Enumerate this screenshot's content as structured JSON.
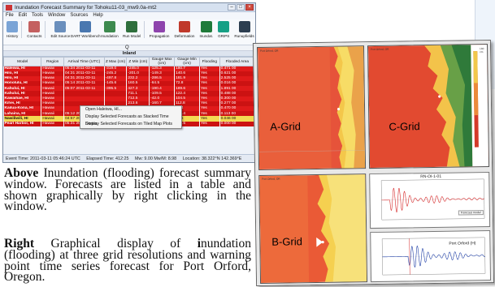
{
  "window": {
    "title": "Inundation Forecast Summary for Tohoku11-03_mw9.0a-mt2",
    "controls": {
      "minimize": "–",
      "maximize": "□",
      "close": "×"
    },
    "menu": [
      "File",
      "Edit",
      "Tools",
      "Window",
      "Sources",
      "Help"
    ],
    "toolbar": [
      {
        "label": "History",
        "icon": "history-icon",
        "color": "#7aa4d6"
      },
      {
        "label": "Contacts",
        "icon": "contacts-icon",
        "color": "#c46060"
      },
      {
        "label": "Edit Source",
        "icon": "edit-source-icon",
        "color": "#6a8fbd"
      },
      {
        "label": "DART Workbench",
        "icon": "dart-workbench-icon",
        "color": "#4a78b0"
      },
      {
        "label": "Inundation",
        "icon": "inundation-icon",
        "color": "#3d8a4e"
      },
      {
        "label": "Run Model",
        "icon": "run-model-icon",
        "color": "#2f6f3c"
      },
      {
        "label": "Propagation",
        "icon": "propagation-icon",
        "color": "#8e44ad"
      },
      {
        "label": "Deformation",
        "icon": "deformation-icon",
        "color": "#c0392b"
      },
      {
        "label": "Inundat.",
        "icon": "inundat-icon",
        "color": "#1f7a3a"
      },
      {
        "label": "GRIPS",
        "icon": "grips-icon",
        "color": "#16a085"
      },
      {
        "label": "Runupfields",
        "icon": "runupfields-icon",
        "color": "#2c3e50"
      }
    ],
    "search_glyph": "Q",
    "group_header": "Inland",
    "columns": [
      "Model",
      "Region",
      "Arrival Time (UTC)",
      "Z Max (cm)",
      "Z Min (cm)",
      "Gauge Max (cm)",
      "Gauge Min (cm)",
      "Flooding",
      "Flooded Area"
    ],
    "rows": [
      [
        "Haleiwa, HI",
        "Hawaii",
        "05:34 2011-03-11",
        "-319.0",
        "-245.0",
        "-125.3",
        "180.7",
        "Yes",
        "0.471 00"
      ],
      [
        "Hilo, HI",
        "Hawaii",
        "04:31 2011-03-11",
        "-245.2",
        "-201.0",
        "-149.3",
        "140.6",
        "Yes",
        "0.621 00"
      ],
      [
        "Hilo, HI",
        "Hawaii",
        "04:31 2011-03-11",
        "-497.8",
        "232.2",
        "-286.5",
        "181.9",
        "Yes",
        "2.525 00"
      ],
      [
        "Honolulu, HI",
        "Hawaii",
        "05:14 2011-03-11",
        "-145.6",
        "160.5",
        "-64.5",
        "72.8",
        "Yes",
        "0.016 00"
      ],
      [
        "Kahului, HI",
        "Hawaii",
        "05:07 2011-03-11",
        "-395.5",
        "427.3",
        "-190.4",
        "189.6",
        "Yes",
        "1.891 00"
      ],
      [
        "Kahului, HI",
        "Hawaii",
        "",
        "",
        "711.1",
        "-109.5",
        "122.4",
        "Yes",
        "0.488 00"
      ],
      [
        "Kawaihae, HI",
        "Hawaii",
        "",
        "",
        "712.5",
        "-42.0",
        "104.5",
        "Yes",
        "0.300 00"
      ],
      [
        "Kihei, HI",
        "Hawaii",
        "",
        "",
        "213.6",
        "-160.7",
        "112.8",
        "Yes",
        "0.277 00"
      ],
      [
        "Kailua-Kona, HI",
        "Hawaii",
        "",
        "",
        "129.4",
        "-126.3",
        "97.4",
        "Yes",
        "0.470 00"
      ],
      [
        "Lahaina, HI",
        "Hawaii",
        "05:12 2011-03-11",
        "-174.1",
        "175.0",
        "-125.3",
        "101.4",
        "Yes",
        "0.113 00"
      ],
      [
        "Nawiliwili, HI",
        "Hawaii",
        "04:57 2011-03-11",
        "-109.1",
        "84.5",
        "-65.0",
        "57.6",
        "Yes",
        "0.046 00"
      ],
      [
        "Pearl Harbor, HI",
        "Hawaii",
        "05:31 2011-03-11",
        "-131.3",
        "158.7",
        "-117.6",
        "109.5",
        "Yes",
        "0.000 00"
      ]
    ],
    "row_styles": [
      "red",
      "red",
      "red",
      "red",
      "red",
      "red",
      "red",
      "red",
      "red",
      "red",
      "sel",
      "red"
    ],
    "context_menu": [
      "Open Haleiwa, HI...",
      "Display Selected Forecasts as Stacked Time Series",
      "Display Selected Forecasts on Tiled Map Plots"
    ],
    "status": {
      "event_time": "Event Time: 2011-03-11 05:46:24 UTC",
      "elapsed": "Elapsed Time: 412:25",
      "mw": "Mw: 9.00 Mw/M: 8.98",
      "location": "Location: 38.322°N 142.369°E"
    }
  },
  "caption_above": {
    "lead": "Above",
    "text": " Inundation (flooding) forecast summary window. Forecasts are listed in a table and shown graphically by right clicking in the window."
  },
  "caption_right": {
    "lead": "Right",
    "text": " Graphical display of ",
    "lead2": "i",
    "text2": "nundation (flooding) at three grid resolutions and warning point time series forecast for Port Orford, Oregon."
  },
  "maps": {
    "a_label": "A-Grid",
    "b_label": "B-Grid",
    "c_label": "C-Grid",
    "a_title": "Port Orford, OR",
    "b_title": "Port Orford, OR",
    "c_title": "Port Orford, OR",
    "c_legend_max": "160 cm",
    "ts_title": "RN-OI-1-01",
    "ts_legend": "Forecast model",
    "ts2_title": "Port Orford (H)",
    "colors": {
      "ocean": "#e8492f",
      "land_hi": "#f6c544",
      "land_mid": "#f0a03a",
      "trace_red": "#d62728",
      "trace_blue": "#1f3fa6"
    }
  }
}
